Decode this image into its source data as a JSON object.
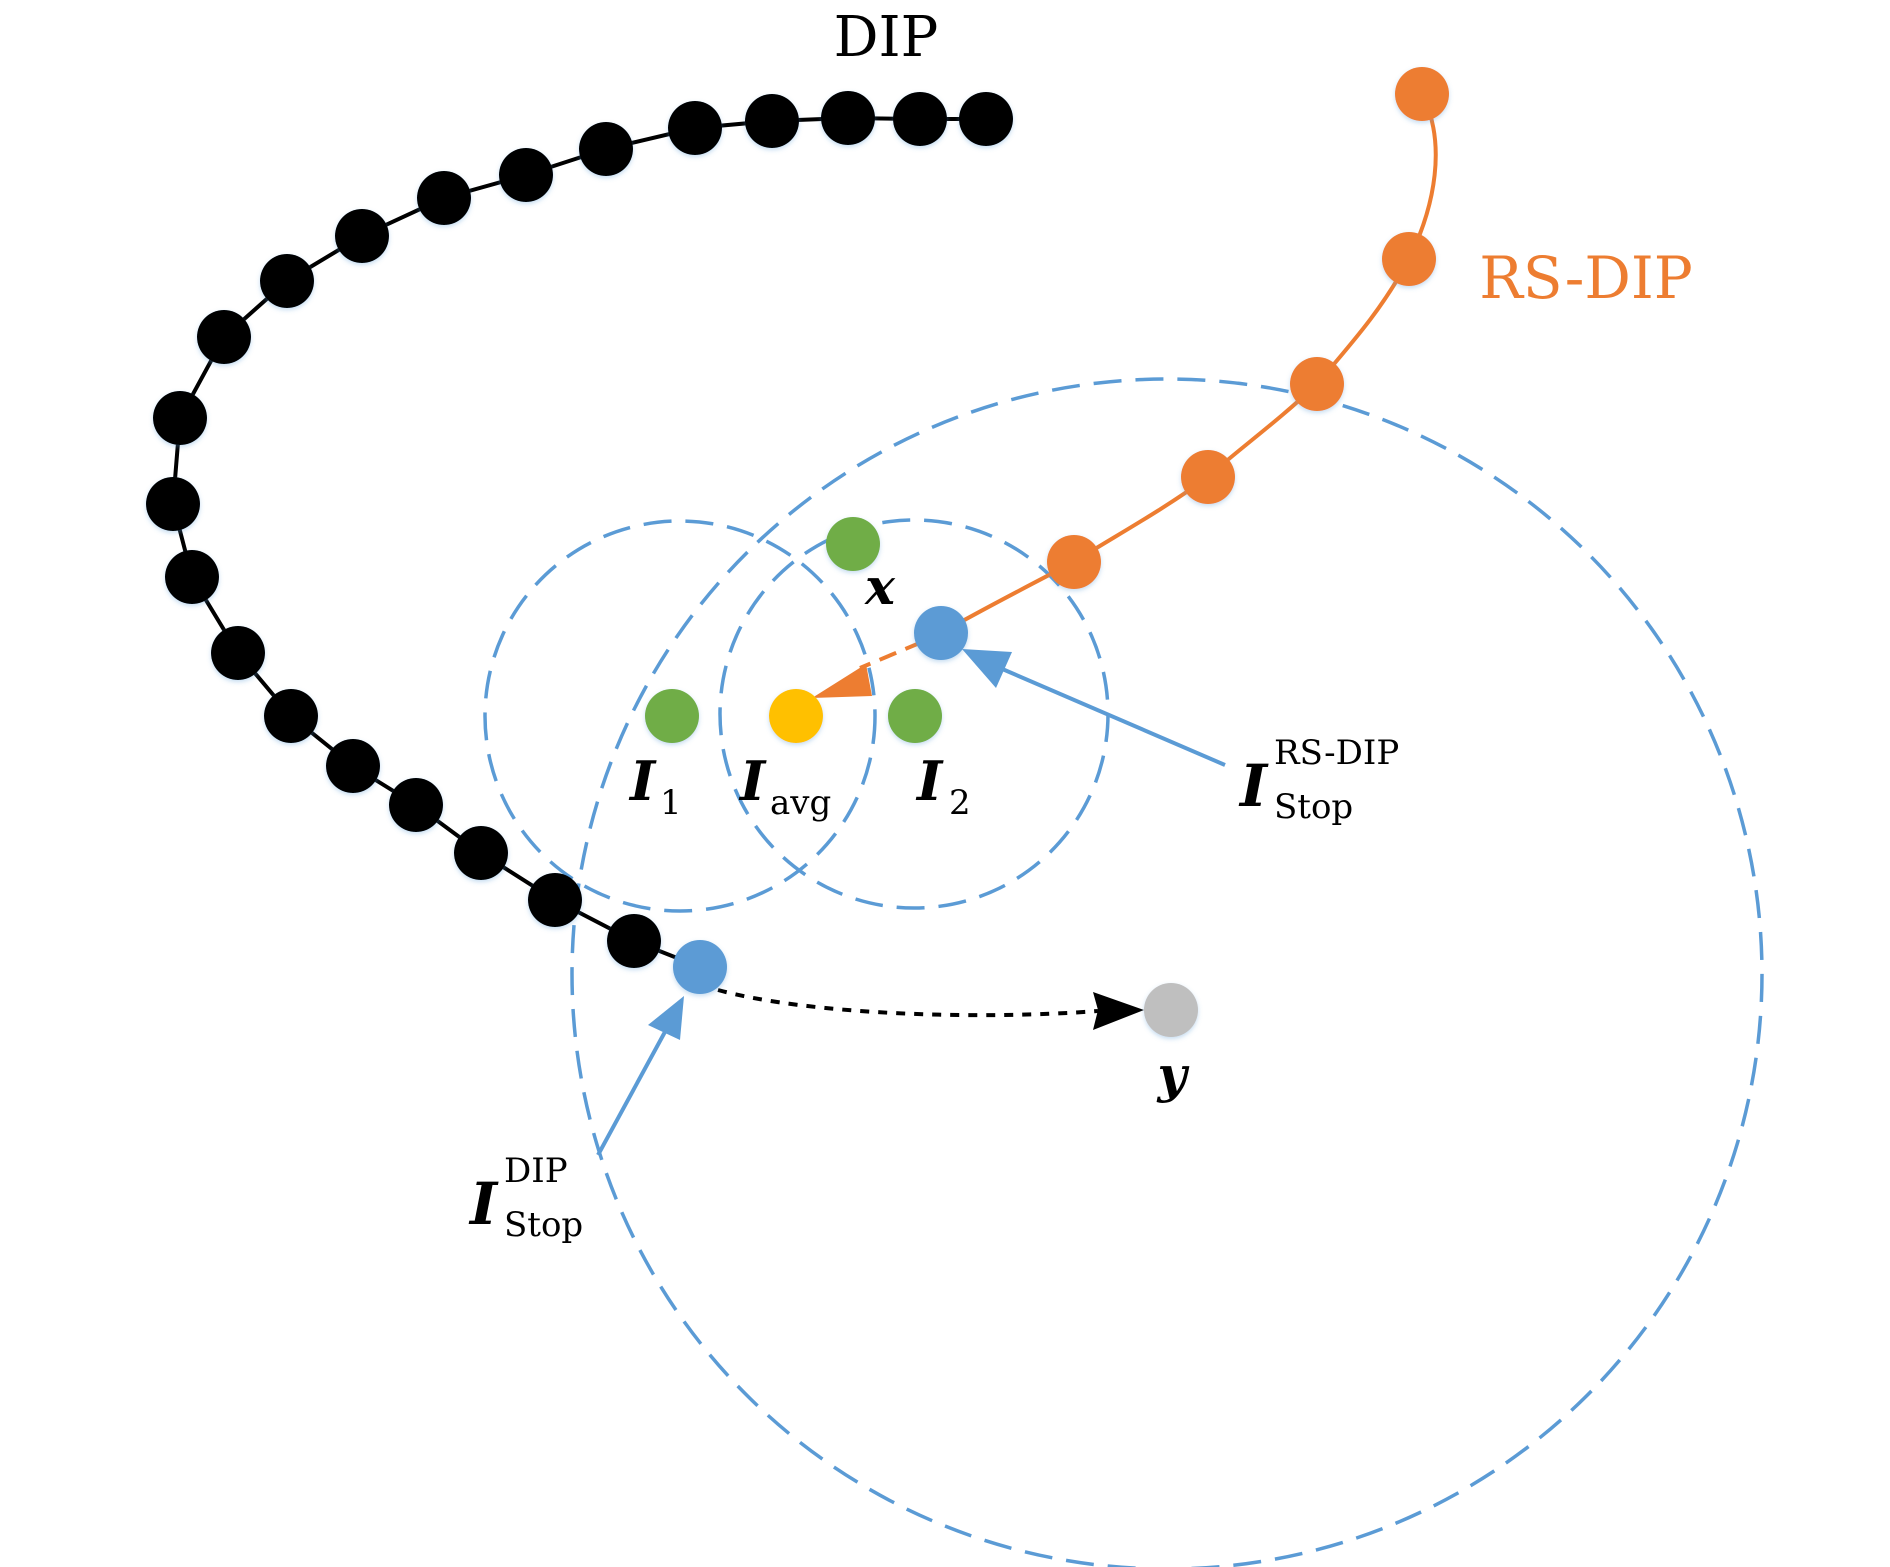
{
  "colors": {
    "dip": "#000000",
    "rsdip": "#ED7D31",
    "blue": "#5B9BD5",
    "green": "#70AD47",
    "yellow": "#FFC000",
    "gray": "#BFBFBF"
  },
  "labels": {
    "dip_title": "DIP",
    "rsdip_title": "RS-DIP",
    "x": "x",
    "y": "y",
    "i1_main": "I",
    "i1_sub": "1",
    "iavg_main": "I",
    "iavg_sub": "avg",
    "i2_main": "I",
    "i2_sub": "2",
    "stop_rs_main": "I",
    "stop_rs_sup": "RS-DIP",
    "stop_rs_sub": "Stop",
    "stop_dip_main": "I",
    "stop_dip_sup": "DIP",
    "stop_dip_sub": "Stop"
  }
}
